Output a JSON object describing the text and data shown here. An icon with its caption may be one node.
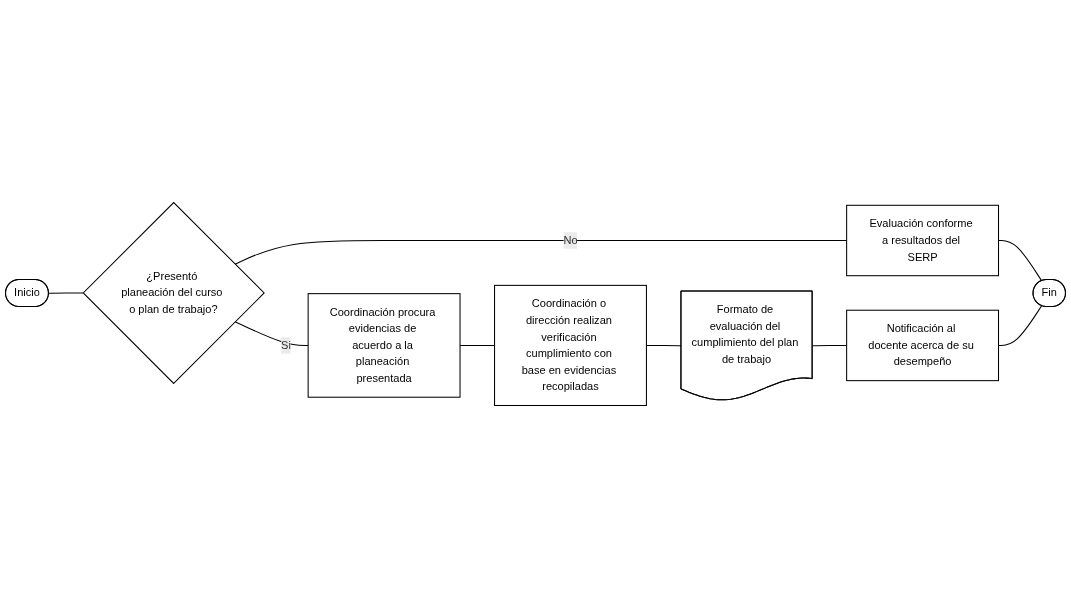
{
  "diagram": {
    "nodes": [
      {
        "text": [
          "Inicio"
        ]
      },
      {
        "text": [
          "¿Presentó planeación del curso o plan de trabajo?"
        ]
      },
      {
        "text": [
          "Coordinación procura evidencias de acuerdo a la planeación presentada"
        ]
      },
      {
        "text": [
          "Evaluación conforme a resultados del SERP"
        ]
      },
      {
        "text": [
          "Coordinación o dirección realizan verificación cumplimiento con base en evidencias recopiladas"
        ]
      },
      {
        "text": [
          "Formato de evaluación del cumplimiento del plan de trabajo"
        ]
      },
      {
        "text": [
          "Notificación al docente acerca de su desempeño"
        ]
      },
      {
        "text": [
          "Fin"
        ]
      }
    ],
    "edges": [
      {
        "from": 0,
        "to": 1,
        "arrow": "none"
      },
      {
        "from": 1,
        "to": 2,
        "label": "Si",
        "arrow": "none"
      },
      {
        "from": 1,
        "to": 3,
        "label": "No",
        "arrow": "none"
      },
      {
        "from": 2,
        "to": 4,
        "arrow": "none"
      },
      {
        "from": 3,
        "to": 7,
        "arrow": "none"
      },
      {
        "from": 4,
        "to": 5,
        "arrow": "none"
      },
      {
        "from": 5,
        "to": 6,
        "arrow": "none"
      },
      {
        "from": 6,
        "to": 7,
        "arrow": "none"
      }
    ]
  }
}
